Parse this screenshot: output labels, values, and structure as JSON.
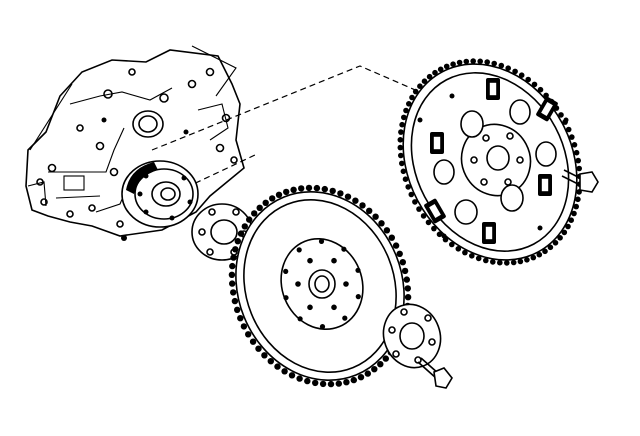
{
  "figure": {
    "background": "#ffffff",
    "ink": "#000000",
    "parts": [
      "engine-rear-block",
      "crankshaft-flange",
      "flywheel-spacer",
      "manual-flywheel",
      "flywheel-reinforcement-plate",
      "flywheel-bolt",
      "automatic-flexplate",
      "flexplate-bolt"
    ]
  }
}
